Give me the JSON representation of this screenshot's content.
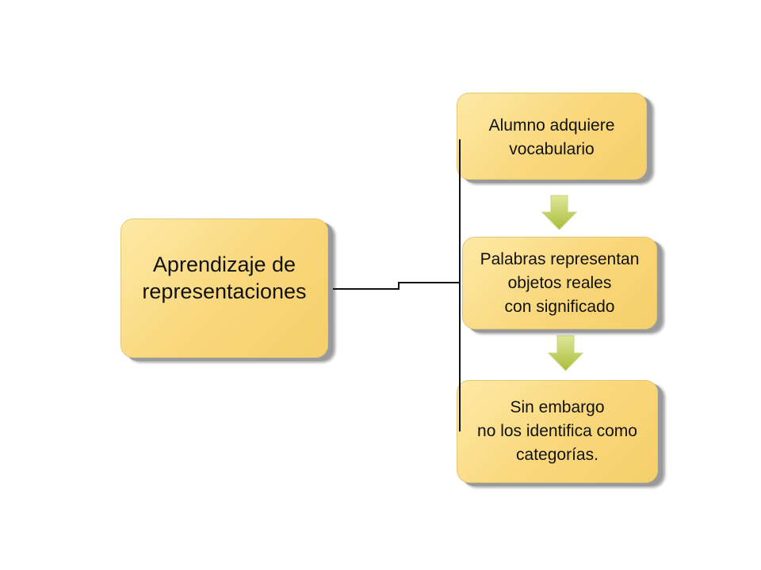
{
  "diagram": {
    "main_node": {
      "label": "Aprendizaje de\nrepresentaciones"
    },
    "steps": [
      {
        "label": "Alumno adquiere\nvocabulario"
      },
      {
        "label": "Palabras representan\nobjetos reales\ncon significado"
      },
      {
        "label": "Sin embargo\nno los identifica como\ncategorías."
      }
    ],
    "colors": {
      "node_fill": "#f9d77a",
      "node_shadow": "#9a9a9a",
      "arrow_fill": "#b8c94a",
      "connector": "#111111"
    }
  }
}
